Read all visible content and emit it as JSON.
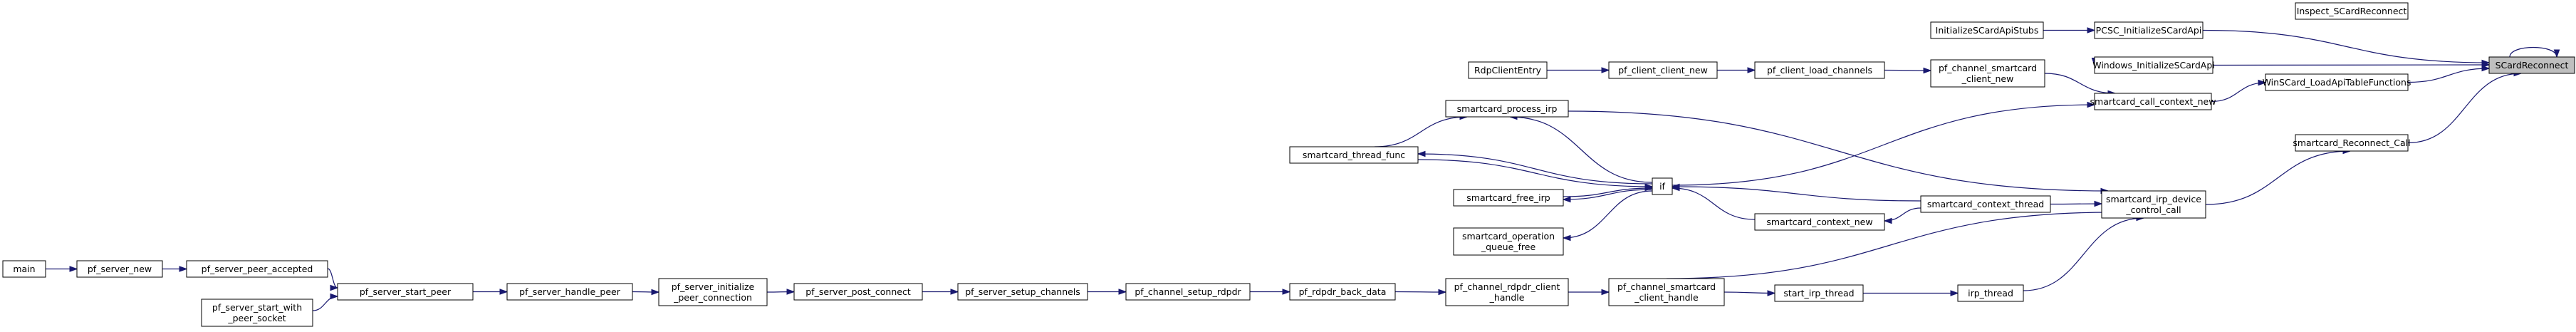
{
  "graph": {
    "root": "SCardReconnect",
    "colors": {
      "edge": "#191970",
      "root_fill": "#bfbfbf",
      "node_fill": "#ffffff",
      "node_border": "#000000"
    },
    "nodes": {
      "n_root": [
        "SCardReconnect"
      ],
      "n_inspect": [
        "Inspect_SCardReconnect"
      ],
      "n_pcsc": [
        "PCSC_InitializeSCardApi"
      ],
      "n_initstubs": [
        "InitializeSCardApiStubs"
      ],
      "n_wininit": [
        "Windows_InitializeSCardApi"
      ],
      "n_loadapi": [
        "WinSCard_LoadApiTableFunctions"
      ],
      "n_callctx": [
        "smartcard_call_context_new"
      ],
      "n_chsc": [
        "pf_channel_smartcard",
        "_client_new"
      ],
      "n_loadch": [
        "pf_client_load_channels"
      ],
      "n_clientnew": [
        "pf_client_client_new"
      ],
      "n_rdpentry": [
        "RdpClientEntry"
      ],
      "n_reconcall": [
        "smartcard_Reconnect_Call"
      ],
      "n_irpdev": [
        "smartcard_irp_device",
        "_control_call"
      ],
      "n_procirp": [
        "smartcard_process_irp"
      ],
      "n_thfunc": [
        "smartcard_thread_func"
      ],
      "n_if": [
        "if"
      ],
      "n_freeirp": [
        "smartcard_free_irp"
      ],
      "n_opfree": [
        "smartcard_operation",
        "_queue_free"
      ],
      "n_ctxnew": [
        "smartcard_context_new"
      ],
      "n_ctxthread": [
        "smartcard_context_thread"
      ],
      "n_irpthread": [
        "irp_thread"
      ],
      "n_startirp": [
        "start_irp_thread"
      ],
      "n_chschandle": [
        "pf_channel_smartcard",
        "_client_handle"
      ],
      "n_rdpdrhandle": [
        "pf_channel_rdpdr_client",
        "_handle"
      ],
      "n_backdata": [
        "pf_rdpdr_back_data"
      ],
      "n_setuprdpdr": [
        "pf_channel_setup_rdpdr"
      ],
      "n_setupch": [
        "pf_server_setup_channels"
      ],
      "n_postconn": [
        "pf_server_post_connect"
      ],
      "n_initpeer": [
        "pf_server_initialize",
        "_peer_connection"
      ],
      "n_handlepeer": [
        "pf_server_handle_peer"
      ],
      "n_startpeer": [
        "pf_server_start_peer"
      ],
      "n_accepted": [
        "pf_server_peer_accepted"
      ],
      "n_startsock": [
        "pf_server_start_with",
        "_peer_socket"
      ],
      "n_servernew": [
        "pf_server_new"
      ],
      "n_main": [
        "main"
      ]
    }
  }
}
